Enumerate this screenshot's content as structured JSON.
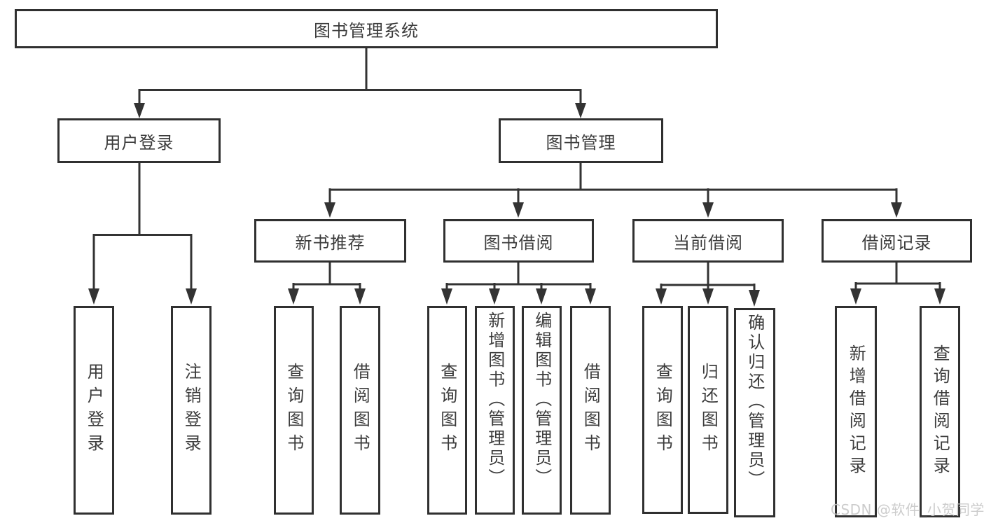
{
  "tree": {
    "root": {
      "label": "图书管理系统"
    },
    "children": [
      {
        "label": "用户登录",
        "children": [
          {
            "label": "用户登录"
          },
          {
            "label": "注销登录"
          }
        ]
      },
      {
        "label": "图书管理",
        "children": [
          {
            "label": "新书推荐",
            "children": [
              {
                "label": "查询图书"
              },
              {
                "label": "借阅图书"
              }
            ]
          },
          {
            "label": "图书借阅",
            "children": [
              {
                "label": "查询图书"
              },
              {
                "label": "新增图书（管理员）"
              },
              {
                "label": "编辑图书（管理员）"
              },
              {
                "label": "借阅图书"
              }
            ]
          },
          {
            "label": "当前借阅",
            "children": [
              {
                "label": "查询图书"
              },
              {
                "label": "归还图书"
              },
              {
                "label": "确认归还（管理员）"
              }
            ]
          },
          {
            "label": "借阅记录",
            "children": [
              {
                "label": "新增借阅记录"
              },
              {
                "label": "查询借阅记录"
              }
            ]
          }
        ]
      }
    ]
  },
  "watermark": {
    "text": "CSDN @软件_小贺同学"
  },
  "colors": {
    "line": "#333333",
    "box_border": "#303030",
    "text": "#3c3c3c",
    "watermark": "#c7c7c7",
    "background": "#ffffff"
  }
}
